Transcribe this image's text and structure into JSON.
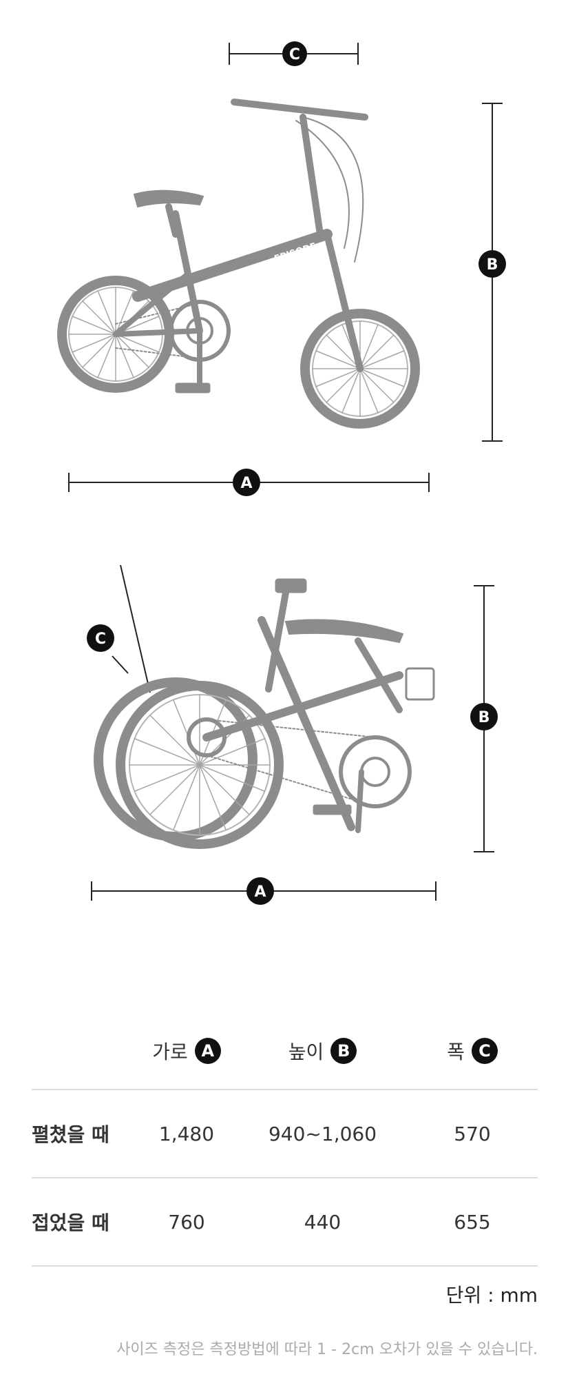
{
  "diagram": {
    "labels": {
      "a": "A",
      "b": "B",
      "c": "C"
    },
    "brand_text": "EPISODE",
    "colors": {
      "bike": "#8c8c8c",
      "dimension_line": "#222222",
      "badge": "#111111"
    }
  },
  "table": {
    "headers": [
      {
        "label": "가로",
        "badge": "A"
      },
      {
        "label": "높이",
        "badge": "B"
      },
      {
        "label": "폭",
        "badge": "C"
      }
    ],
    "rows": [
      {
        "label": "펼쳤을 때",
        "values": [
          "1,480",
          "940~1,060",
          "570"
        ]
      },
      {
        "label": "접었을 때",
        "values": [
          "760",
          "440",
          "655"
        ]
      }
    ]
  },
  "unit_text": "단위 : mm",
  "note_text": "사이즈 측정은 측정방법에 따라 1 - 2cm 오차가 있을 수 있습니다."
}
